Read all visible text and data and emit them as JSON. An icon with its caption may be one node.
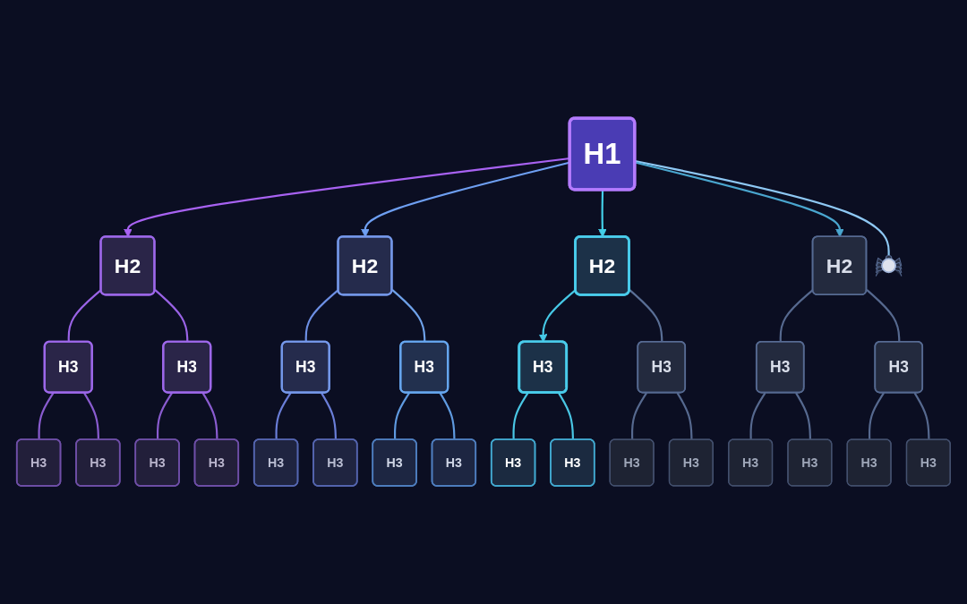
{
  "diagram": {
    "nodes": [
      {
        "text": [
          "H1"
        ]
      },
      {
        "text": [
          "H2"
        ]
      },
      {
        "text": [
          "H2"
        ]
      },
      {
        "text": [
          "H2"
        ]
      },
      {
        "text": [
          "H2"
        ]
      },
      {
        "text": [],
        "shape": "picture"
      },
      {
        "text": [
          "H3"
        ]
      },
      {
        "text": [
          "H3"
        ]
      },
      {
        "text": [
          "H3"
        ]
      },
      {
        "text": [
          "H3"
        ]
      },
      {
        "text": [
          "H3"
        ]
      },
      {
        "text": [
          "H3"
        ]
      },
      {
        "text": [
          "H3"
        ]
      },
      {
        "text": [
          "H3"
        ]
      },
      {
        "text": [
          "H3"
        ]
      },
      {
        "text": [
          "H3"
        ]
      },
      {
        "text": [
          "H3"
        ]
      },
      {
        "text": [
          "H3"
        ]
      },
      {
        "text": [
          "H3"
        ]
      },
      {
        "text": [
          "H3"
        ]
      },
      {
        "text": [
          "H3"
        ]
      },
      {
        "text": [
          "H3"
        ]
      },
      {
        "text": [
          "H3"
        ]
      },
      {
        "text": [
          "H3"
        ]
      },
      {
        "text": [
          "H3"
        ]
      },
      {
        "text": [
          "H3"
        ]
      },
      {
        "text": [
          "H3"
        ]
      },
      {
        "text": [
          "H3"
        ]
      },
      {
        "text": [
          "H3"
        ]
      },
      {
        "text": [
          "H3"
        ]
      }
    ],
    "edges": [
      {
        "from": 0,
        "to": 1,
        "arrow": "to",
        "color": "#a862f2"
      },
      {
        "from": 0,
        "to": 2,
        "arrow": "to",
        "color": "#6e9ff2"
      },
      {
        "from": 0,
        "to": 5,
        "arrow": "none",
        "color": "#8ec8f4"
      },
      {
        "from": 0,
        "to": 3,
        "arrow": "to",
        "color": "#43cfe8"
      },
      {
        "from": 0,
        "to": 4,
        "arrow": "to",
        "color": "#4aa6cf"
      },
      {
        "from": 1,
        "to": 6,
        "arrow": "none",
        "color": "#9a63e6"
      },
      {
        "from": 1,
        "to": 7,
        "arrow": "none",
        "color": "#9a63e6"
      },
      {
        "from": 2,
        "to": 8,
        "arrow": "none",
        "color": "#6d8fe4"
      },
      {
        "from": 2,
        "to": 9,
        "arrow": "none",
        "color": "#6fa2ea"
      },
      {
        "from": 3,
        "to": 10,
        "arrow": "to",
        "color": "#46c8e6"
      },
      {
        "from": 3,
        "to": 11,
        "arrow": "none",
        "color": "#5a6f96"
      },
      {
        "from": 4,
        "to": 12,
        "arrow": "none",
        "color": "#56698f"
      },
      {
        "from": 4,
        "to": 13,
        "arrow": "none",
        "color": "#56698f"
      },
      {
        "from": 6,
        "to": 14,
        "arrow": "none",
        "color": "#8a5cd0"
      },
      {
        "from": 6,
        "to": 15,
        "arrow": "none",
        "color": "#8a5cd0"
      },
      {
        "from": 7,
        "to": 16,
        "arrow": "none",
        "color": "#8a5cd0"
      },
      {
        "from": 7,
        "to": 17,
        "arrow": "none",
        "color": "#8a5cd0"
      },
      {
        "from": 8,
        "to": 18,
        "arrow": "none",
        "color": "#6a7ed8"
      },
      {
        "from": 8,
        "to": 19,
        "arrow": "none",
        "color": "#6a7ed8"
      },
      {
        "from": 9,
        "to": 20,
        "arrow": "none",
        "color": "#5f9ae0"
      },
      {
        "from": 9,
        "to": 21,
        "arrow": "none",
        "color": "#5f9ae0"
      },
      {
        "from": 10,
        "to": 22,
        "arrow": "none",
        "color": "#49c6e4"
      },
      {
        "from": 10,
        "to": 23,
        "arrow": "none",
        "color": "#49c6e4"
      },
      {
        "from": 11,
        "to": 24,
        "arrow": "none",
        "color": "#56698f"
      },
      {
        "from": 11,
        "to": 25,
        "arrow": "none",
        "color": "#56698f"
      },
      {
        "from": 12,
        "to": 26,
        "arrow": "none",
        "color": "#56698f"
      },
      {
        "from": 12,
        "to": 27,
        "arrow": "none",
        "color": "#56698f"
      },
      {
        "from": 13,
        "to": 28,
        "arrow": "none",
        "color": "#56698f"
      },
      {
        "from": 13,
        "to": 29,
        "arrow": "none",
        "color": "#56698f"
      }
    ]
  }
}
